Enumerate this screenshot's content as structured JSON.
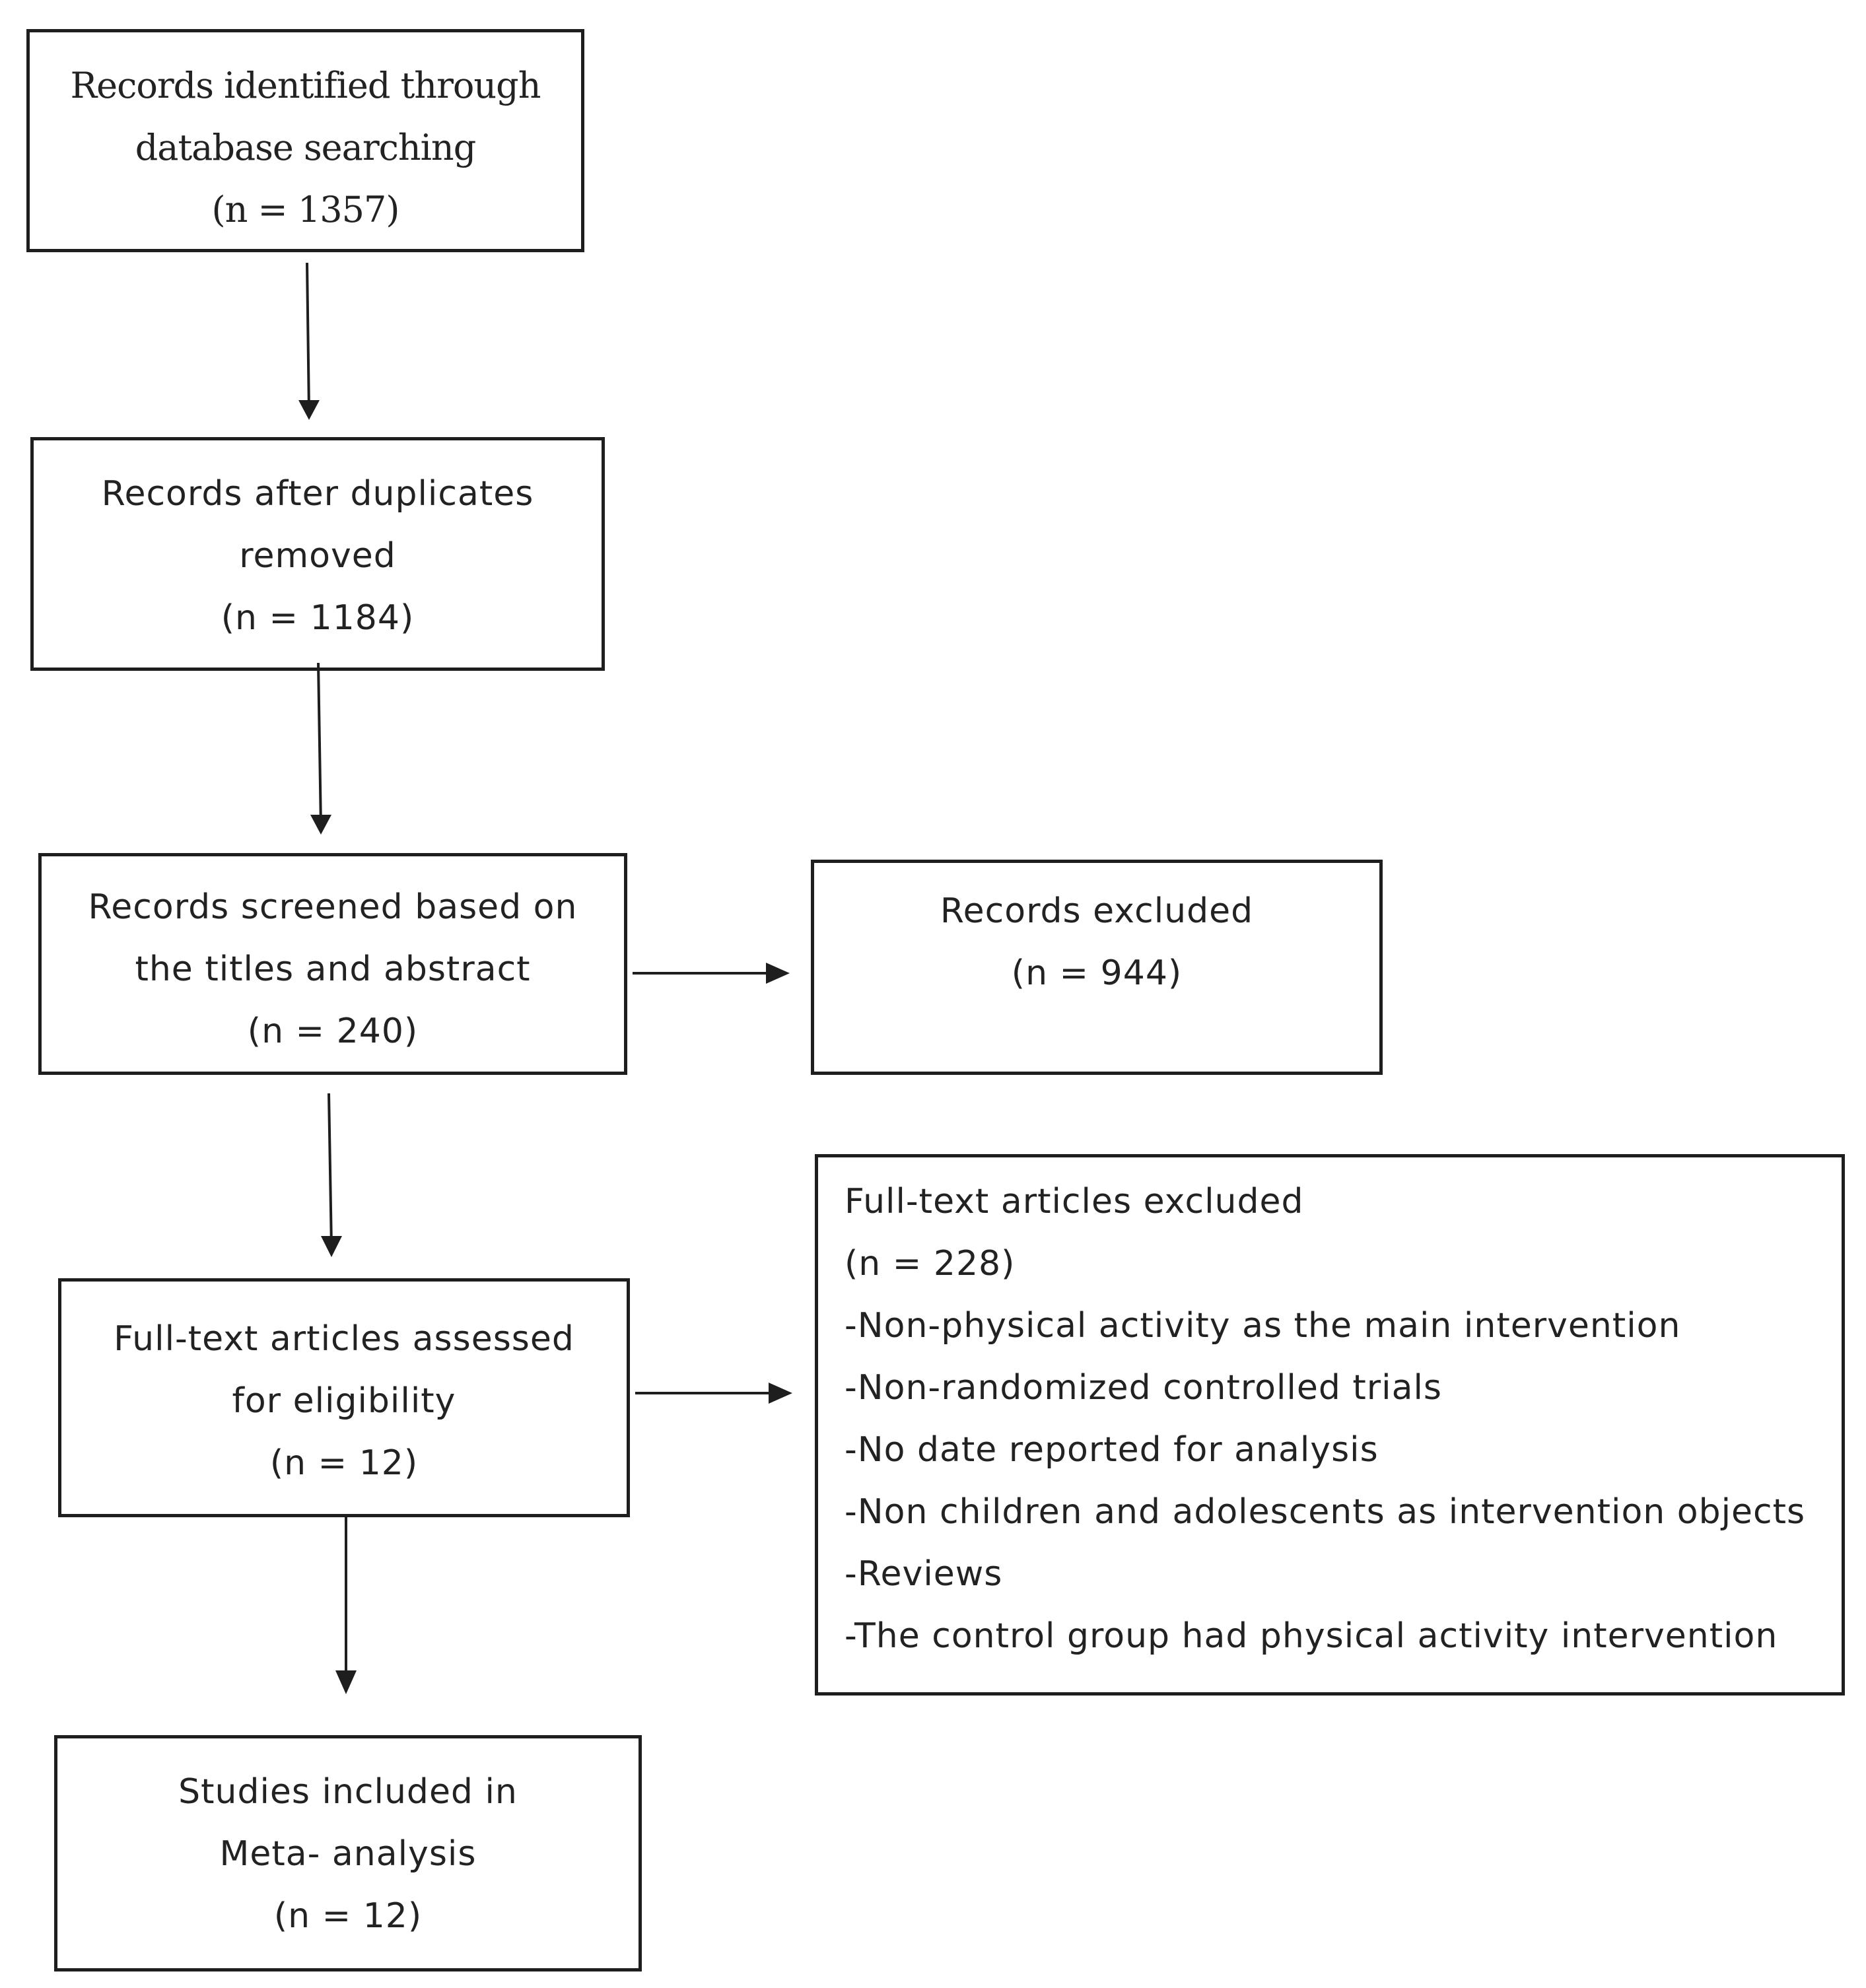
{
  "boxes": {
    "identified": {
      "lines": [
        "Records identified through",
        "database searching",
        "(n = 1357)"
      ]
    },
    "after_duplicates": {
      "lines": [
        "Records after duplicates",
        "removed",
        "(n = 1184)"
      ]
    },
    "screened": {
      "lines": [
        "Records screened based on",
        "the titles and abstract",
        "(n = 240)"
      ]
    },
    "excluded": {
      "lines": [
        "Records excluded",
        "(n = 944)"
      ]
    },
    "full_text_assessed": {
      "lines": [
        "Full-text articles assessed",
        "for eligibility",
        "(n = 12)"
      ]
    },
    "full_text_excluded": {
      "lines": [
        "Full-text articles excluded",
        "(n = 228)",
        "-Non-physical activity as the main intervention",
        "-Non-randomized controlled trials",
        "-No date reported for analysis",
        "-Non children and adolescents as intervention objects",
        "-Reviews",
        "-The control group had physical activity intervention"
      ]
    },
    "included": {
      "lines": [
        "Studies included in",
        "Meta- analysis",
        "(n = 12)"
      ]
    }
  },
  "style": {
    "stroke": "#1e1e1e",
    "text": "#222222"
  }
}
